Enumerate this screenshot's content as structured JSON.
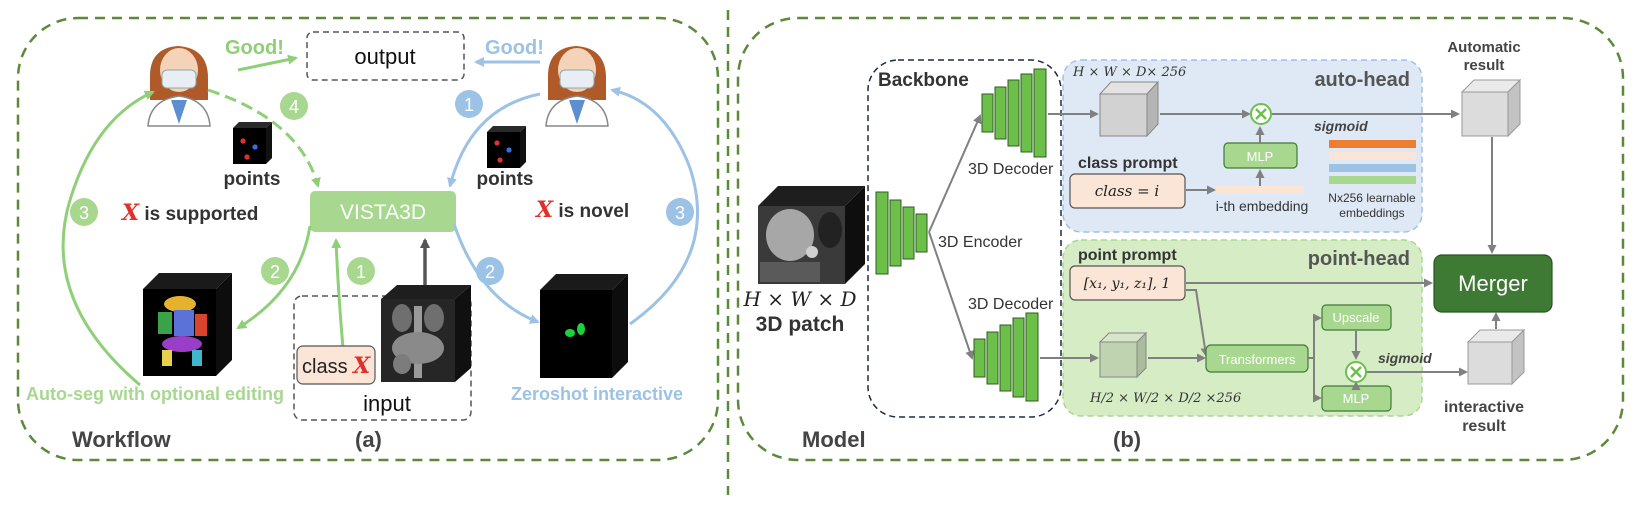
{
  "workflow": {
    "output_label": "output",
    "good_left": "Good!",
    "good_right": "Good!",
    "points_left": "points",
    "points_right": "points",
    "x_symbol": "X",
    "supported_text": " is supported",
    "novel_text": " is novel",
    "center_label": "VISTA3D",
    "class_prefix": "class ",
    "input_label": "input",
    "autoseg_caption": "Auto-seg with optional editing",
    "zeroshot_caption": "Zeroshot interactive",
    "section_label": "Workflow",
    "panel_label": "(a)",
    "step_numbers": {
      "left_top": "4",
      "left_side": "3",
      "left_down": "2",
      "left_up": "1",
      "right_top": "1",
      "right_side": "3",
      "right_down": "2"
    }
  },
  "model": {
    "backbone_label": "Backbone",
    "decoder_top": "3D Decoder",
    "decoder_bottom": "3D Decoder",
    "encoder": "3D Encoder",
    "patch_dims": "H × W × D",
    "patch_label": "3D patch",
    "feature_dims": "H × W × D× 256",
    "auto_head": "auto-head",
    "point_head": "point-head",
    "automatic_result_line1": "Automatic",
    "automatic_result_line2": "result",
    "class_prompt_title": "class prompt",
    "class_prompt_value": "class = i",
    "mlp_top": "MLP",
    "sigmoid_top": "sigmoid",
    "embedding_label": "i-th embedding",
    "learnable_line1": "Nx256 learnable",
    "learnable_line2": "embeddings",
    "point_prompt_title": "point prompt",
    "point_prompt_value": "[x₁, y₁, z₁], 1",
    "merger": "Merger",
    "upscale": "Upscale",
    "transformers": "Transformers",
    "mlp_bottom": "MLP",
    "sigmoid_bottom": "sigmoid",
    "half_dims": "H/2 × W/2 × D/2 ×256",
    "interactive_result_line1": "interactive",
    "interactive_result_line2": "result",
    "section_label": "Model",
    "panel_label": "(b)"
  },
  "colors": {
    "green_dash": "#5a8a3a",
    "light_green": "#8fcf78",
    "light_blue": "#9cc2e5",
    "vista_box": "#a8d890",
    "block_green": "#6cc04a",
    "merger": "#3f7a35",
    "auto_head_bg": "#dfe9f5",
    "point_head_bg": "#d5ecc5",
    "prompt_fill": "#fbe5d6",
    "red_x": "#e0302a"
  }
}
